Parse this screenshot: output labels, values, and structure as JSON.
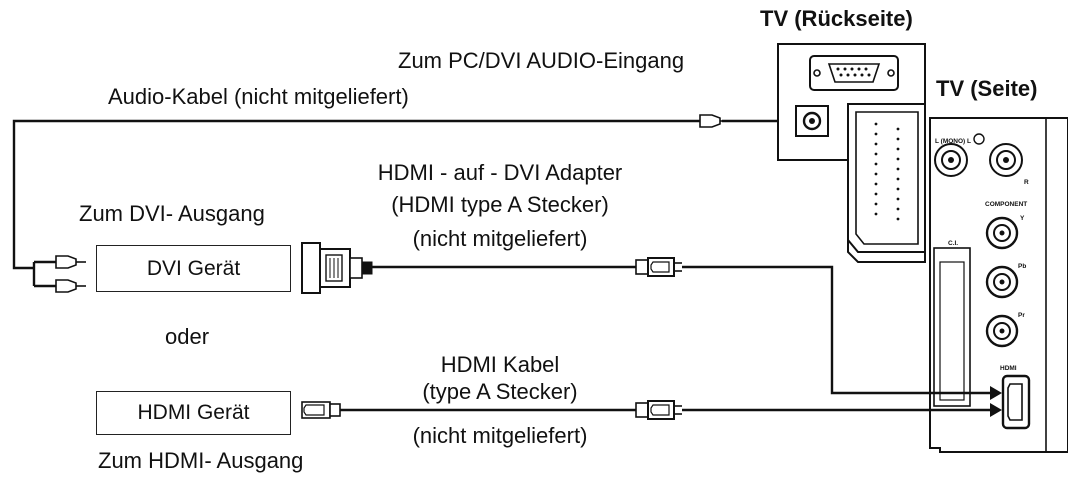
{
  "labels": {
    "tv_back": "TV (Rückseite)",
    "tv_side": "TV (Seite)",
    "audio_input": "Zum PC/DVI AUDIO-Eingang",
    "audio_cable": "Audio-Kabel (nicht mitgeliefert)",
    "adapter_line1": "HDMI - auf - DVI Adapter",
    "adapter_line2": "(HDMI type A Stecker)",
    "adapter_line3": "(nicht mitgeliefert)",
    "dvi_output": "Zum DVI- Ausgang",
    "dvi_device": "DVI Gerät",
    "or": "oder",
    "hdmi_cable_line1": "HDMI Kabel",
    "hdmi_cable_line2": "(type A Stecker)",
    "hdmi_cable_line3": "(nicht mitgeliefert)",
    "hdmi_device": "HDMI Gerät",
    "hdmi_output": "Zum HDMI- Ausgang"
  },
  "tv_side_panel": {
    "audio_left_label": "L (MONO) L",
    "audio_right_label": "R",
    "component_label": "COMPONENT",
    "y_label": "Y",
    "pb_label": "Pb",
    "pr_label": "Pr",
    "ci_label": "C.I.",
    "hdmi_label": "HDMI"
  }
}
